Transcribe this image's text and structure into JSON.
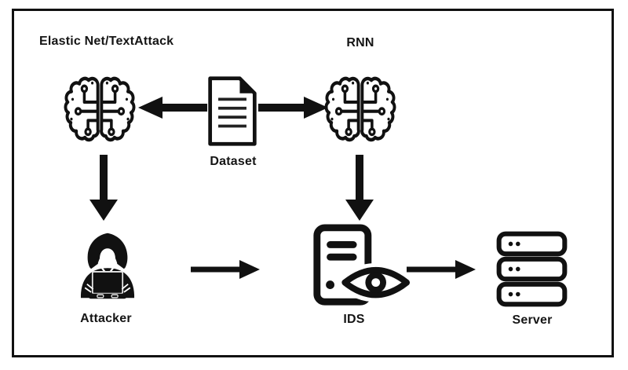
{
  "figure": {
    "type": "flow-diagram",
    "colors": {
      "ink": "#111111",
      "background": "#ffffff",
      "frame_border": "#111111"
    },
    "nodes": [
      {
        "id": "elastic-net",
        "label": "Elastic Net/TextAttack",
        "icon": "brain-circuit-icon"
      },
      {
        "id": "rnn",
        "label": "RNN",
        "icon": "brain-circuit-icon"
      },
      {
        "id": "dataset",
        "label": "Dataset",
        "icon": "document-icon"
      },
      {
        "id": "attacker",
        "label": "Attacker",
        "icon": "hooded-hacker-icon"
      },
      {
        "id": "ids",
        "label": "IDS",
        "icon": "computer-tower-eye-icon"
      },
      {
        "id": "server",
        "label": "Server",
        "icon": "server-rack-icon"
      }
    ],
    "edges": [
      {
        "from": "dataset",
        "to": "elastic-net",
        "direction": "left"
      },
      {
        "from": "dataset",
        "to": "rnn",
        "direction": "right"
      },
      {
        "from": "elastic-net",
        "to": "attacker",
        "direction": "down"
      },
      {
        "from": "rnn",
        "to": "ids",
        "direction": "down"
      },
      {
        "from": "attacker",
        "to": "ids",
        "direction": "right"
      },
      {
        "from": "ids",
        "to": "server",
        "direction": "right"
      }
    ]
  }
}
